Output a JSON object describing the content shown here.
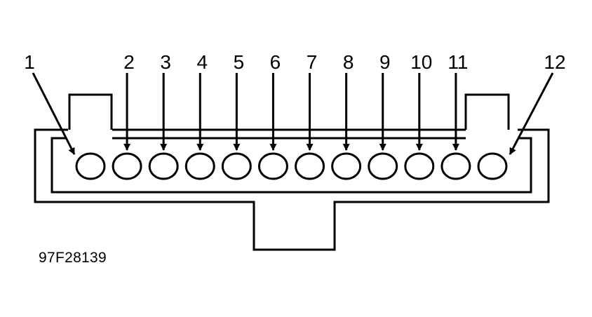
{
  "connector": {
    "pins": [
      {
        "label": "1"
      },
      {
        "label": "2"
      },
      {
        "label": "3"
      },
      {
        "label": "4"
      },
      {
        "label": "5"
      },
      {
        "label": "6"
      },
      {
        "label": "7"
      },
      {
        "label": "8"
      },
      {
        "label": "9"
      },
      {
        "label": "10"
      },
      {
        "label": "11"
      },
      {
        "label": "12"
      }
    ]
  },
  "figure_id": "97F28139",
  "colors": {
    "stroke": "#000000",
    "background": "#ffffff"
  }
}
